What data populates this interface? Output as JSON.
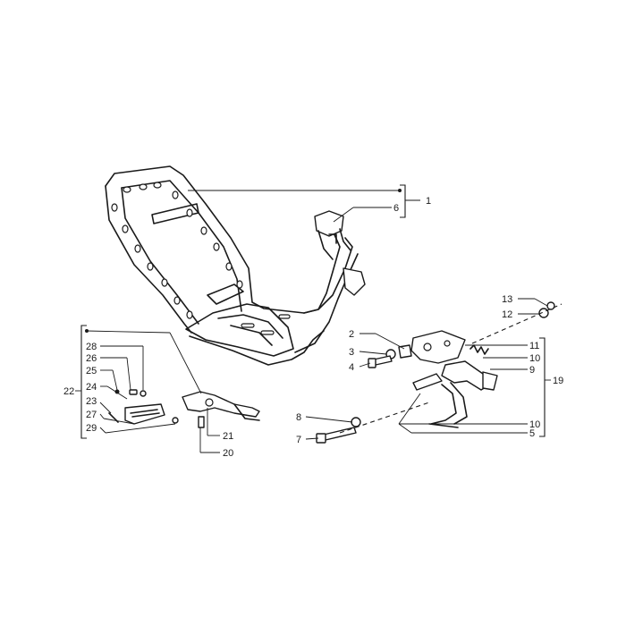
{
  "callouts": [
    {
      "id": "c1",
      "label": "1"
    },
    {
      "id": "c2",
      "label": "2"
    },
    {
      "id": "c3",
      "label": "3"
    },
    {
      "id": "c4",
      "label": "4"
    },
    {
      "id": "c5",
      "label": "5"
    },
    {
      "id": "c6",
      "label": "6"
    },
    {
      "id": "c7",
      "label": "7"
    },
    {
      "id": "c8",
      "label": "8"
    },
    {
      "id": "c9",
      "label": "9"
    },
    {
      "id": "c10a",
      "label": "10"
    },
    {
      "id": "c10b",
      "label": "10"
    },
    {
      "id": "c11",
      "label": "11"
    },
    {
      "id": "c12",
      "label": "12"
    },
    {
      "id": "c13",
      "label": "13"
    },
    {
      "id": "c19",
      "label": "19"
    },
    {
      "id": "c20",
      "label": "20"
    },
    {
      "id": "c21",
      "label": "21"
    },
    {
      "id": "c22",
      "label": "22"
    },
    {
      "id": "c23",
      "label": "23"
    },
    {
      "id": "c24",
      "label": "24"
    },
    {
      "id": "c25",
      "label": "25"
    },
    {
      "id": "c26",
      "label": "26"
    },
    {
      "id": "c27",
      "label": "27"
    },
    {
      "id": "c28",
      "label": "28"
    },
    {
      "id": "c29",
      "label": "29"
    }
  ]
}
